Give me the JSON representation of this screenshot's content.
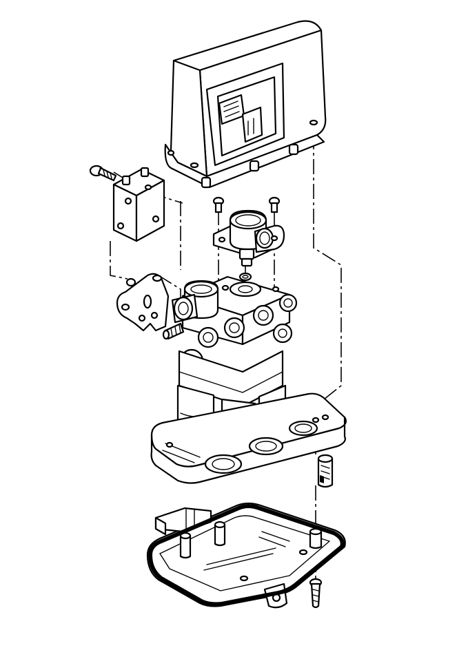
{
  "diagram": {
    "type": "exploded-view-illustration",
    "colors": {
      "line": "#000000",
      "background": "#ffffff"
    },
    "parts": [
      "electronic-control-module",
      "screw",
      "pressure-sensor-block",
      "mounting-bracket",
      "bleeder-valve",
      "solenoid-valve",
      "o-ring",
      "valve-body",
      "base-plate",
      "bolt",
      "lower-housing",
      "gasket"
    ]
  }
}
